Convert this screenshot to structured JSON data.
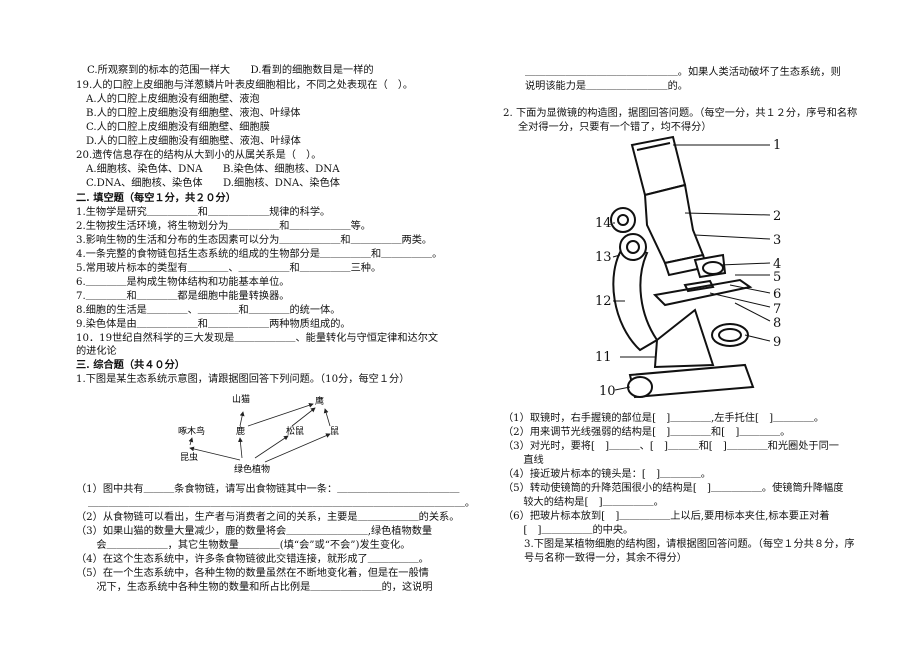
{
  "left": {
    "q18_cd": "C.所观察到的标本的范围一样大　　D.看到的细胞数目是一样的",
    "q19": "19.人的口腔上皮细胞与洋葱鳞片叶表皮细胞相比，不同之处表现在（　）。",
    "q19_a": "A.人的口腔上皮细胞没有细胞壁、液泡",
    "q19_b": "B.人的口腔上皮细胞没有细胞壁、液泡、叶绿体",
    "q19_c": "C.人的口腔上皮细胞没有细胞壁、细胞膜",
    "q19_d": "D.人的口腔上皮细胞没有细胞壁、液泡、叶绿体",
    "q20": "20.遗传信息存在的结构从大到小的从属关系是（　）。",
    "q20_ab": "A.细胞核、染色体、DNA　　B.染色体、细胞核、DNA",
    "q20_cd": "C.DNA、细胞核、染色体　　D.细胞核、DNA、染色体",
    "sec2": "二. 填空题（每空１分，共２０分）",
    "f1": "1.生物学是研究＿＿＿＿＿和＿＿＿＿＿＿规律的科学。",
    "f2": "2.生物按生活环境，将生物划分为＿＿＿＿＿和＿＿＿＿＿＿等。",
    "f3": "3.影响生物的生活和分布的生态因素可以分为＿＿＿＿＿＿和＿＿＿＿＿两类。",
    "f4": "4.一条完整的食物链包括生态系统的组成的生物部分是＿＿＿＿＿和＿＿＿＿＿。",
    "f5": "5.常用玻片标本的类型有＿＿＿＿、＿＿＿＿＿和＿＿＿＿＿三种。",
    "f6": "6.＿＿＿＿是构成生物体结构和功能基本单位。",
    "f7": "7.＿＿＿＿和＿＿＿＿都是细胞中能量转换器。",
    "f8": "8.细胞的生活是＿＿＿＿、＿＿＿＿和＿＿＿＿的统一体。",
    "f9": "9.染色体是由＿＿＿＿＿＿和＿＿＿＿＿＿两种物质组成的。",
    "f10": "10．19世纪自然科学的三大发现是＿＿＿＿＿＿、能量转化与守恒定律和达尔文",
    "f10b": "的进化论",
    "sec3": "三. 综合题（共４０分）",
    "c1": "1.下图是某生态系统示意图，请跟据图回答下列问题。（10分，每空１分）",
    "c1_1": "（1）图中共有＿＿＿条食物链，请写出食物链其中一条：＿＿＿＿＿＿＿＿＿＿＿＿",
    "c1_1b": "＿＿＿＿＿＿＿＿＿＿＿＿＿＿＿＿＿＿＿＿＿＿＿＿＿＿＿＿＿＿＿＿＿＿＿＿＿。",
    "c1_2": "（2）从食物链可以看出，生产者与消费者之间的关系，主要是＿＿＿＿＿＿的关系。",
    "c1_3": "（3）如果山猫的数量大量减少，鹿的数量将会＿＿＿＿＿＿＿＿,绿色植物数量",
    "c1_3b": "　　会＿＿＿＿＿＿，其它生物数量＿＿＿＿(填“会”或“不会”)发生变化。",
    "c1_4": "（4）在这个生态系统中，许多条食物链彼此交错连接，就形成了＿＿＿＿＿。",
    "c1_5": "（5）在一个生态系统中，各种生物的数量虽然在不断地变化着，但是在一般情",
    "c1_5b": "　　况下，生态系统中各种生物的数量和所占比例是＿＿＿＿＿＿＿的，这说明"
  },
  "foodweb": {
    "shanmao": "山猫",
    "ying": "鹰",
    "zhuomuniao": "啄木鸟",
    "lu": "鹿",
    "songshu": "松鼠",
    "shu": "鼠",
    "kunchong": "昆虫",
    "plant": "绿色植物"
  },
  "right": {
    "r1": "＿＿＿＿＿＿＿＿＿＿＿＿＿＿＿。如果人类活动破坏了生态系统，则",
    "r1b": "说明该能力是＿＿＿＿＿＿＿＿的。",
    "q2": "2. 下面为显微镜的构造图，据图回答问题。（每空一分，共１２分，序号和名称",
    "q2b": "全对得一分，只要有一个错了，均不得分）",
    "a1": "（1）取镜时，右手握镜的部位是[　]＿＿＿＿,左手托住[　]＿＿＿＿。",
    "a2": "（2）用来调节光线强弱的结构是[　]＿＿＿＿和[　]＿＿＿＿。",
    "a3": "（3）对光时，要将[　]＿＿＿、[　]＿＿＿和[　]＿＿＿＿和光圈处于同一",
    "a3b": "　　直线",
    "a4": "（4）接近玻片标本的镜头是：[　]＿＿＿＿。",
    "a5": "（5）转动使镜筒的升降范围很小的结构是[　]＿＿＿＿＿。使镜筒升降幅度",
    "a5b": "　　较大的结构是[　]＿＿＿＿＿。",
    "a6": "（6）把玻片标本放到[　]＿＿＿＿＿上以后,要用标本夹住,标本要正对着",
    "a6b": "　　[　]＿＿＿＿＿的中央。",
    "q3": "3.下图是某植物细胞的结构图，请根据图回答问题。（每空１分共８分，序",
    "q3b": "号与名称一致得一分，其余不得分）"
  },
  "microscope": {
    "labels": [
      "1",
      "2",
      "3",
      "4",
      "5",
      "6",
      "7",
      "8",
      "9",
      "10",
      "11",
      "12",
      "13",
      "14"
    ]
  }
}
